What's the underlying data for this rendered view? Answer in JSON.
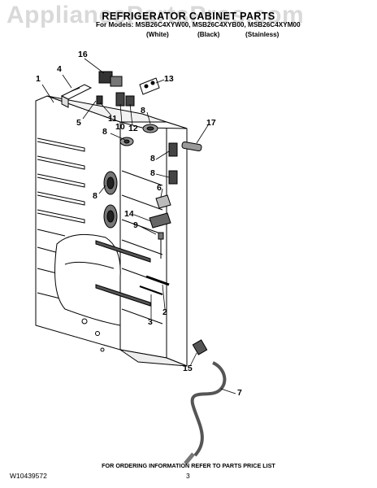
{
  "watermark": "AppliancePartsPros.com",
  "title": "REFRIGERATOR CABINET PARTS",
  "models_line": "For Models: MSB26C4XYW00, MSB26C4XYB00, MSB26C4XYM00",
  "colors": {
    "white": "(White)",
    "black": "(Black)",
    "stainless": "(Stainless)"
  },
  "callouts": {
    "c1": "1",
    "c2": "2",
    "c3": "3",
    "c4": "4",
    "c5": "5",
    "c6": "6",
    "c7": "7",
    "c8a": "8",
    "c8b": "8",
    "c8c": "8",
    "c8d": "8",
    "c8e": "8",
    "c9": "9",
    "c10": "10",
    "c11": "11",
    "c12": "12",
    "c13": "13",
    "c14": "14",
    "c15": "15",
    "c16": "16",
    "c17": "17"
  },
  "footer": {
    "doc_number": "W10439572",
    "ordering_info": "FOR ORDERING INFORMATION REFER TO PARTS PRICE LIST",
    "page_number": "3"
  }
}
